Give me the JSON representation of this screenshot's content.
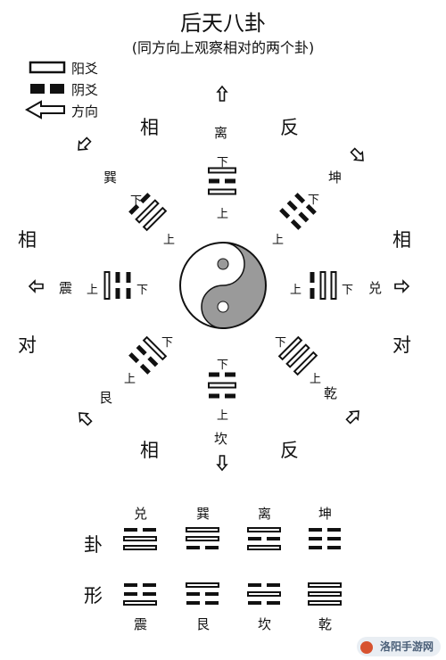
{
  "title": "后天八卦",
  "subtitle": "(同方向上观察相对的两个卦)",
  "legend": {
    "yang_label": "阳爻",
    "yin_label": "阴爻",
    "direction_label": "方向"
  },
  "corner_labels": {
    "top_left": "相",
    "top_right": "反",
    "left_upper": "相",
    "right_upper": "相",
    "left_lower": "对",
    "right_lower": "对",
    "bottom_left": "相",
    "bottom_right": "反"
  },
  "trigram_names": {
    "li": "离",
    "xun": "巽",
    "kun": "坤",
    "zhen": "震",
    "dui": "兑",
    "gen": "艮",
    "qian": "乾",
    "kan": "坎"
  },
  "position_labels": {
    "top": "上",
    "bottom": "下"
  },
  "table": {
    "row1_label": "卦",
    "row2_label": "形",
    "top_names": [
      "兑",
      "巽",
      "离",
      "坤"
    ],
    "bottom_names": [
      "震",
      "艮",
      "坎",
      "乾"
    ]
  },
  "watermark": "洛阳手游网",
  "icons": [
    "yang-line-icon",
    "yin-line-icon",
    "arrow-left-icon",
    "yin-yang-icon",
    "arrow-outline-icon"
  ],
  "colors": {
    "ink": "#111111",
    "yin_fill": "#9a9a9a",
    "watermark_bg": "#e9eef3"
  }
}
